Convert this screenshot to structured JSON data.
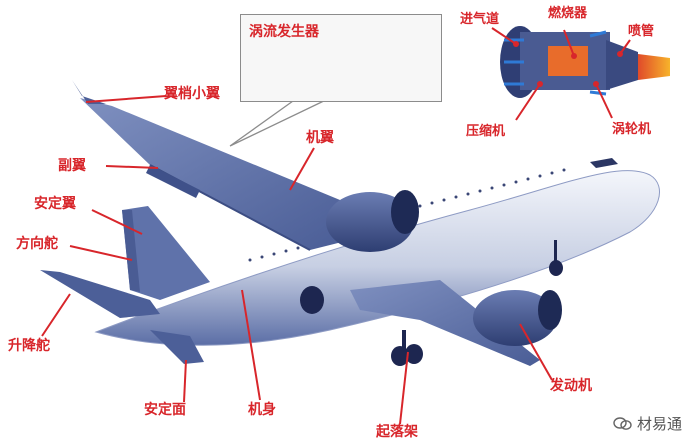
{
  "labels": {
    "winglet": "翼梢小翼",
    "aileron": "副翼",
    "stabilizer": "安定翼",
    "rudder": "方向舵",
    "elevator": "升降舵",
    "stab_surface": "安定面",
    "fuselage": "机身",
    "wing": "机翼",
    "landing_gear": "起落架",
    "engine": "发动机"
  },
  "vortex_generator": {
    "title": "涡流发生器"
  },
  "engine_parts": {
    "inlet": "进气道",
    "combustor": "燃烧器",
    "nozzle": "喷管",
    "compressor": "压缩机",
    "turbine": "涡轮机"
  },
  "watermark": {
    "text": "材易通",
    "icon": "wechat-icon"
  },
  "colors": {
    "label": "#d8262b",
    "aircraft": "#5c6fa8",
    "aircraft_light": "#eef1f8"
  }
}
